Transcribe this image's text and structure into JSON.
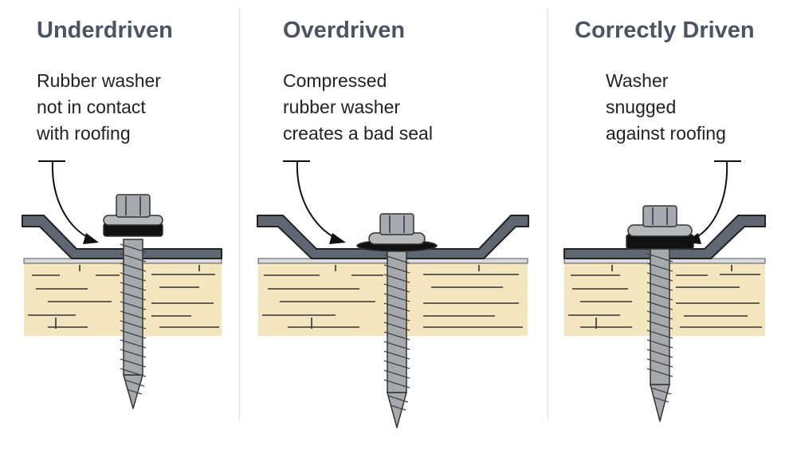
{
  "panels": [
    {
      "title": "Underdriven",
      "caption_lines": [
        "Rubber washer",
        "not in contact",
        "with roofing"
      ]
    },
    {
      "title": "Overdriven",
      "caption_lines": [
        "Compressed",
        "rubber washer",
        "creates a bad seal"
      ]
    },
    {
      "title": "Correctly Driven",
      "caption_lines": [
        "Washer",
        "snugged",
        "against roofing"
      ]
    }
  ],
  "colors": {
    "title_text": "#4a5563",
    "wood": "#f3e6bf",
    "metal_panel": "#5f6772",
    "screw_metal": "#a6a9ad",
    "washer_rubber": "#111111"
  }
}
